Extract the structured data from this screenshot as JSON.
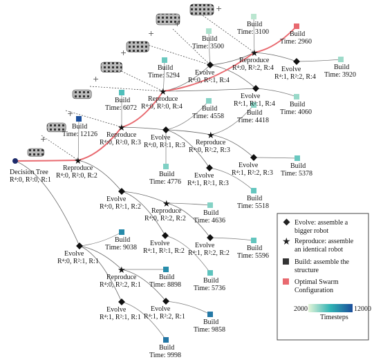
{
  "root": {
    "title": "Decision Tree",
    "state": "R⁴:0, R²:0, R:1"
  },
  "nodes": {
    "n1": {
      "action": "Reproduce",
      "state": "R⁴:0, R²:0, R:2"
    },
    "n2": {
      "action": "Reproduce",
      "state": "R⁴:0, R²:0, R:3"
    },
    "n3": {
      "action": "Reproduce",
      "state": "R⁴:0, R²:0, R:4"
    },
    "n4": {
      "action": "Evolve",
      "state": "R⁴:0, R²:1, R:4"
    },
    "n5": {
      "action": "Reproduce",
      "state": "R⁴:0, R²:2, R:4"
    },
    "n6": {
      "action": "Evolve",
      "state": "R⁴:1, R²:2, R:4"
    },
    "n7": {
      "action": "Evolve",
      "state": "R⁴:1, R²:1, R:4"
    },
    "n8": {
      "action": "Evolve",
      "state": "R⁴:0, R²:1, R:3"
    },
    "n9": {
      "action": "Reproduce",
      "state": "R⁴:0, R²:2, R:3"
    },
    "n10": {
      "action": "Evolve",
      "state": "R⁴:1, R²:1, R:3"
    },
    "n11": {
      "action": "Evolve",
      "state": "R⁴:1, R²:2, R:3"
    },
    "n12": {
      "action": "Evolve",
      "state": "R⁴:0, R²:1, R:2"
    },
    "n13": {
      "action": "Reproduce",
      "state": "R⁴:0, R²:2, R:2"
    },
    "n14": {
      "action": "Evolve",
      "state": "R⁴:1, R²:1, R:2"
    },
    "n15": {
      "action": "Evolve",
      "state": "R⁴:1, R²:2, R:2"
    },
    "n16": {
      "action": "Evolve",
      "state": "R⁴:0, R²:1, R:1"
    },
    "n17": {
      "action": "Reproduce",
      "state": "R⁴:0, R²:2, R:1"
    },
    "n18": {
      "action": "Evolve",
      "state": "R⁴:1, R²:1, R:1"
    },
    "n19": {
      "action": "Evolve",
      "state": "R⁴:1, R²:2, R:1"
    }
  },
  "builds": {
    "b1": {
      "label": "Build",
      "time": "Time: 12126",
      "value": 12126
    },
    "b2": {
      "label": "Build",
      "time": "Time: 6072",
      "value": 6072
    },
    "b3": {
      "label": "Build",
      "time": "Time: 5294",
      "value": 5294
    },
    "b4": {
      "label": "Build",
      "time": "Time: 3500",
      "value": 3500
    },
    "b5": {
      "label": "Build",
      "time": "Time: 3100",
      "value": 3100
    },
    "b6": {
      "label": "Build",
      "time": "Time: 2960",
      "value": 2960
    },
    "b7": {
      "label": "Build",
      "time": "Time: 3920",
      "value": 3920
    },
    "b8": {
      "label": "Build",
      "time": "Time: 4060",
      "value": 4060
    },
    "b9": {
      "label": "Build",
      "time": "Time: 4558",
      "value": 4558
    },
    "b10": {
      "label": "Build",
      "time": "Time: 4418",
      "value": 4418
    },
    "b11": {
      "label": "Build",
      "time": "Time: 5378",
      "value": 5378
    },
    "b12": {
      "label": "Build",
      "time": "Time: 4776",
      "value": 4776
    },
    "b13": {
      "label": "Build",
      "time": "Time: 5518",
      "value": 5518
    },
    "b14": {
      "label": "Build",
      "time": "Time: 4636",
      "value": 4636
    },
    "b15": {
      "label": "Build",
      "time": "Time: 5596",
      "value": 5596
    },
    "b16": {
      "label": "Build",
      "time": "Time: 9038",
      "value": 9038
    },
    "b17": {
      "label": "Build",
      "time": "Time: 5736",
      "value": 5736
    },
    "b18": {
      "label": "Build",
      "time": "Time: 8898",
      "value": 8898
    },
    "b19": {
      "label": "Build",
      "time": "Time: 9858",
      "value": 9858
    },
    "b20": {
      "label": "Build",
      "time": "Time: 9998",
      "value": 9998
    }
  },
  "legend": {
    "evolve": "Evolve: assemble a",
    "evolve2": "bigger robot",
    "reproduce": "Reproduce: assemble",
    "reproduce2": "an identical robot",
    "build": "Build: assemble the",
    "build2": "structure",
    "optimal": "Optimal Swarm",
    "optimal2": "Configuration",
    "cbar_min": "2000",
    "cbar_max": "12000",
    "cbar_label": "Timesteps"
  },
  "colors": {
    "optimal": "#e8696f",
    "edge": "#555555",
    "cmap_low": "#e3f4d8",
    "cmap_mid": "#2fb3b4",
    "cmap_high": "#1b4e9b"
  },
  "colorbar_range": [
    2000,
    12000
  ]
}
